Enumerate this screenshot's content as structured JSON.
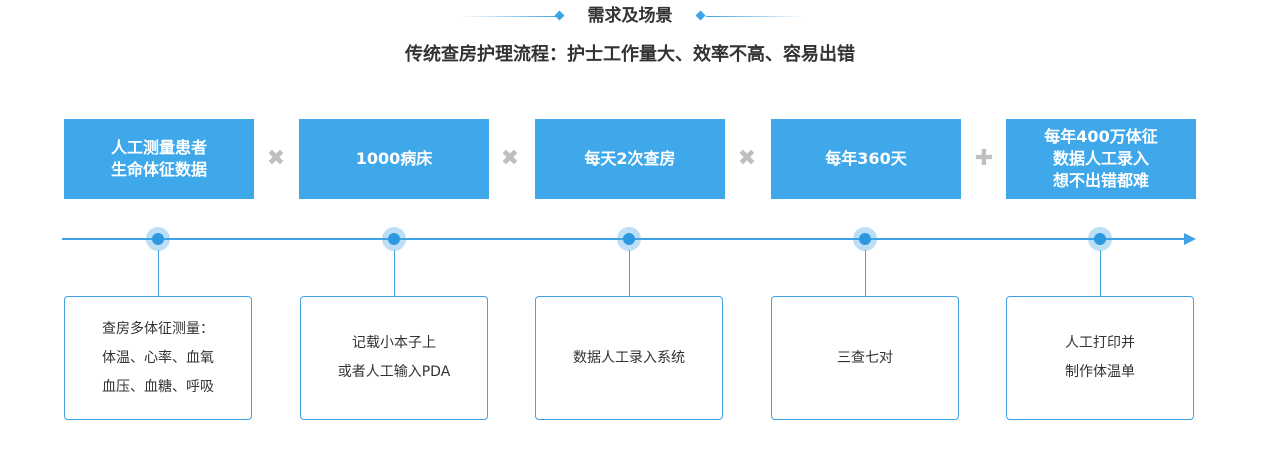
{
  "header": {
    "section_title": "需求及场景",
    "subtitle": "传统查房护理流程：护士工作量大、效率不高、容易出错"
  },
  "operators": [
    "✖",
    "✖",
    "✖",
    "✚"
  ],
  "top_boxes": [
    "人工测量患者\n生命体征数据",
    "1000病床",
    "每天2次查房",
    "每年360天",
    "每年400万体征\n数据人工录入\n想不出错都难"
  ],
  "bottom_boxes": [
    "查房多体征测量：\n体温、心率、血氧\n血压、血糖、呼吸",
    "记载小本子上\n或者人工输入PDA",
    "数据人工录入系统",
    "三查七对",
    "人工打印并\n制作体温单"
  ],
  "colors": {
    "accent": "#3ea8ea",
    "line": "#3ea2e4",
    "operator": "#bfbfbf"
  }
}
